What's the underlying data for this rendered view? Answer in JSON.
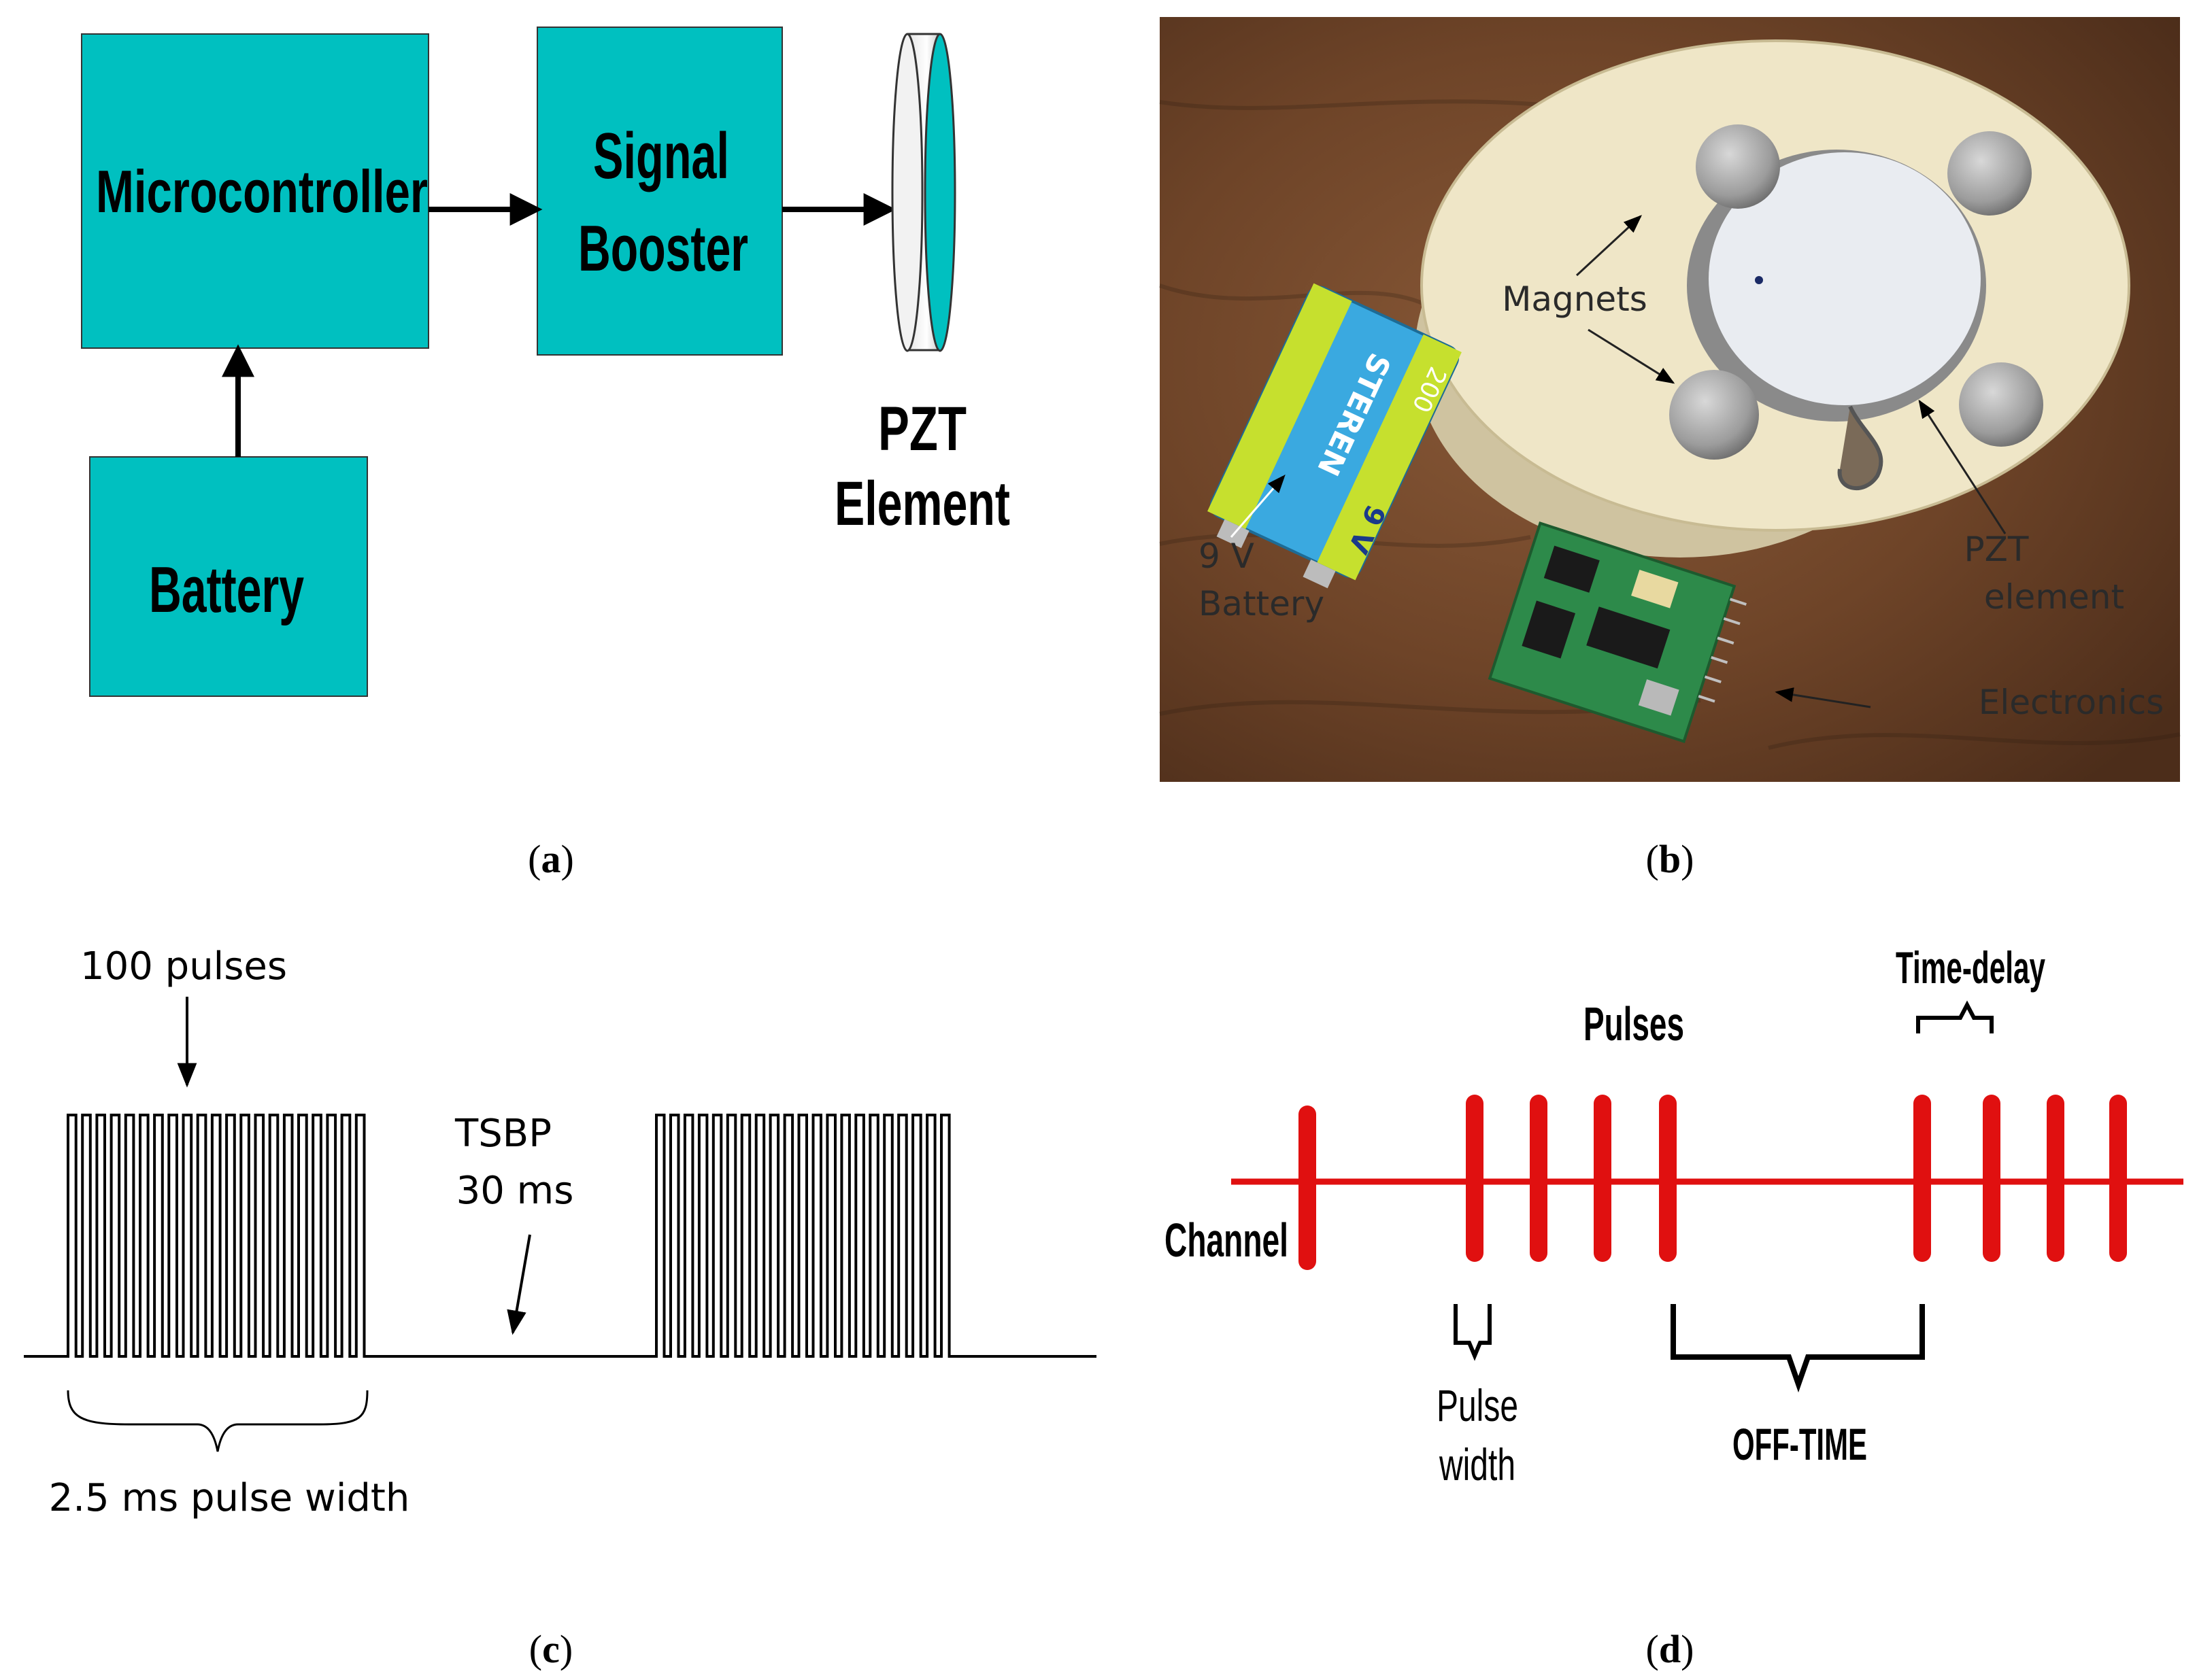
{
  "panel_a": {
    "caption": "a",
    "blocks": {
      "microcontroller": "Microcontroller",
      "signal_booster_line1": "Signal",
      "signal_booster_line2": "Booster",
      "battery": "Battery",
      "pzt_line1": "PZT",
      "pzt_line2": "Element"
    },
    "block_color": "#00C0C0"
  },
  "panel_b": {
    "caption": "b",
    "labels": {
      "magnets": "Magnets",
      "battery_line1": "9 V",
      "battery_line2": "Battery",
      "pzt_line1": "PZT",
      "pzt_line2": "element",
      "electronics": "Electronics"
    },
    "battery_print": {
      "brand": "STEREN",
      "capacity": "200",
      "voltage": "9 V"
    }
  },
  "panel_c": {
    "caption": "c",
    "labels": {
      "pulses": "100 pulses",
      "tsbp_line1": "TSBP",
      "tsbp_line2": "30 ms",
      "pulse_width": "2.5 ms pulse width"
    }
  },
  "panel_d": {
    "caption": "d",
    "labels": {
      "pulses": "Pulses",
      "time_delay": "Time-delay",
      "channel": "Channel",
      "pulse_width_line1": "Pulse",
      "pulse_width_line2": "width",
      "off_time": "OFF-TIME"
    },
    "accent_color": "#E01010"
  }
}
